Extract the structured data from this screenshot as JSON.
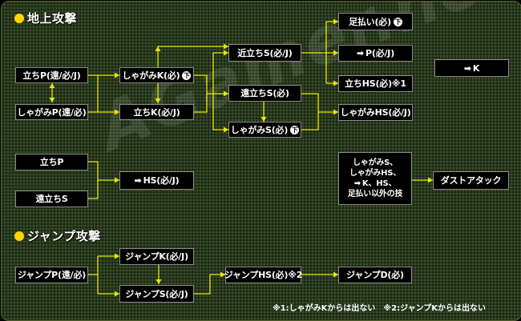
{
  "sections": {
    "ground": "地上攻撃",
    "jump": "ジャンプ攻撃"
  },
  "watermark": "AGamer.net",
  "badge_mark": "下",
  "footnote": "※1:しゃがみKからは出ない　※2:ジャンプKからは出ない",
  "nodes": {
    "tachi_p_tooj": "立ちP(遠/必/J)",
    "shagami_p": "しゃがみP(遠/必)",
    "shagami_k": "しゃがみK(必)",
    "tachi_k": "立ちK(必/J)",
    "kindachi_s": "近立ちS(必/J)",
    "endachi_s": "遠立ちS(必)",
    "shagami_s": "しゃがみS(必)",
    "ashibarai": "足払い(必)",
    "arrow_p": "P(必/J)",
    "tachi_hs": "立ちHS(必)※1",
    "shagami_hs": "しゃがみHS(必/J)",
    "arrow_k": "K",
    "tachi_p": "立ちP",
    "endachi_s2": "遠立ちS",
    "arrow_hs": "HS(必/J)",
    "dust_src": [
      "しゃがみS、",
      "しゃがみHS、",
      "K、HS、",
      "足払い以外の技"
    ],
    "dust_attack": "ダストアタック",
    "jump_p": "ジャンプP(遠/必)",
    "jump_k": "ジャンプK(必/J)",
    "jump_s": "ジャンプS(必/J)",
    "jump_hs": "ジャンプHS(必)※2",
    "jump_d": "ジャンプD(必)"
  },
  "colors": {
    "line": "#e8e800",
    "node_bg": "#000000",
    "node_border": "#8a8a8a",
    "accent": "#ffd400",
    "background": "#28391d"
  },
  "icons": [
    "right-arrow-icon",
    "down-badge-icon",
    "bullet-dot-icon"
  ]
}
